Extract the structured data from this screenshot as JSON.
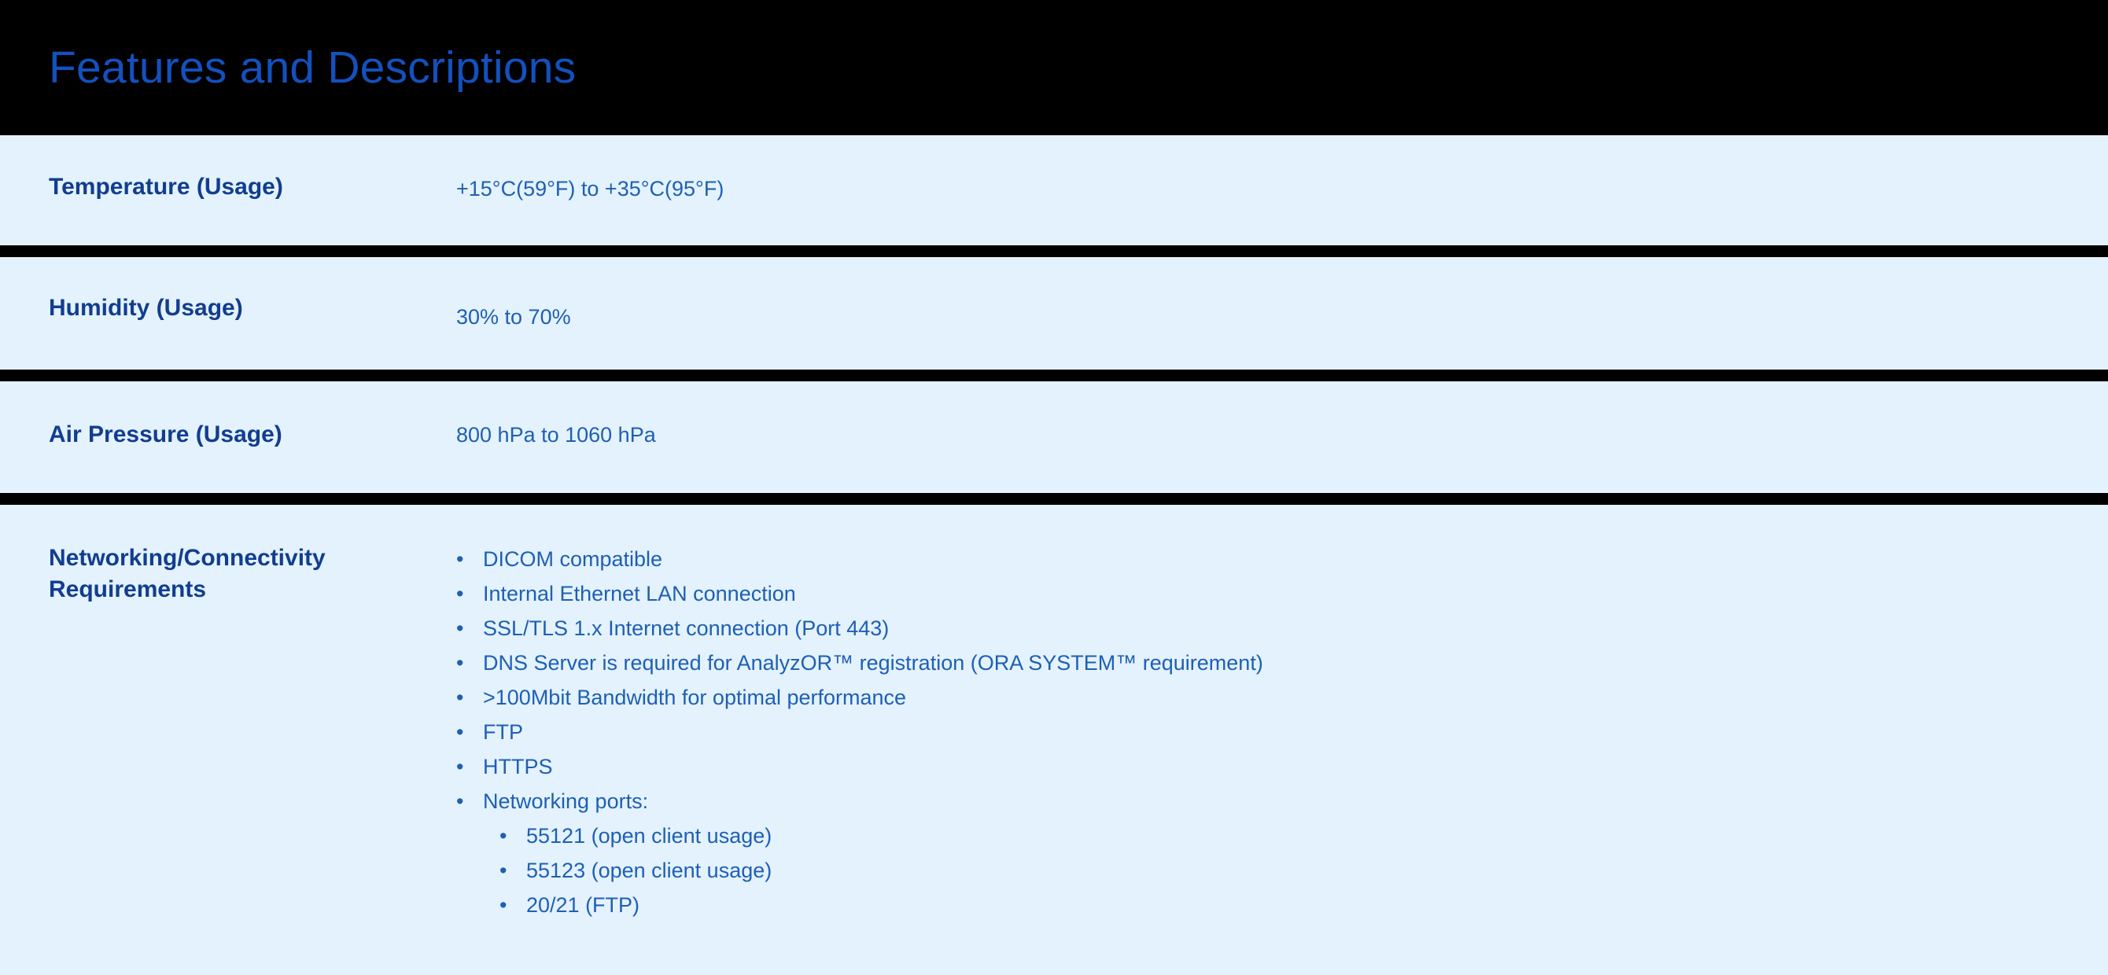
{
  "header": {
    "title": "Features and Descriptions",
    "background_color": "#000000",
    "title_color": "#1450be"
  },
  "theme": {
    "row_background": "#e3f2fd",
    "separator_color": "#000000",
    "label_color": "#123d8f",
    "value_color": "#1f5fb4",
    "bullet_glyph": "•"
  },
  "rows": [
    {
      "label": "Temperature (Usage)",
      "value": "+15°C(59°F) to +35°C(95°F)"
    },
    {
      "label": "Humidity (Usage)",
      "value": "30% to 70%"
    },
    {
      "label": "Air Pressure (Usage)",
      "value": "800 hPa to 1060 hPa"
    },
    {
      "label": "Networking/Connectivity Requirements",
      "label_line1": "Networking/Connectivity",
      "label_line2": "Requirements",
      "bullets": [
        {
          "text": "DICOM compatible"
        },
        {
          "text": "Internal Ethernet LAN connection"
        },
        {
          "text": "SSL/TLS 1.x Internet connection (Port 443)"
        },
        {
          "text": "DNS Server is required for AnalyzOR™ registration (ORA SYSTEM™ requirement)"
        },
        {
          "text": ">100Mbit Bandwidth for optimal performance"
        },
        {
          "text": "FTP"
        },
        {
          "text": "HTTPS"
        },
        {
          "text": "Networking ports:",
          "sub_bullets": [
            {
              "text": "55121 (open client usage)"
            },
            {
              "text": "55123 (open client usage)"
            },
            {
              "text": "20/21 (FTP)"
            }
          ]
        }
      ]
    }
  ]
}
